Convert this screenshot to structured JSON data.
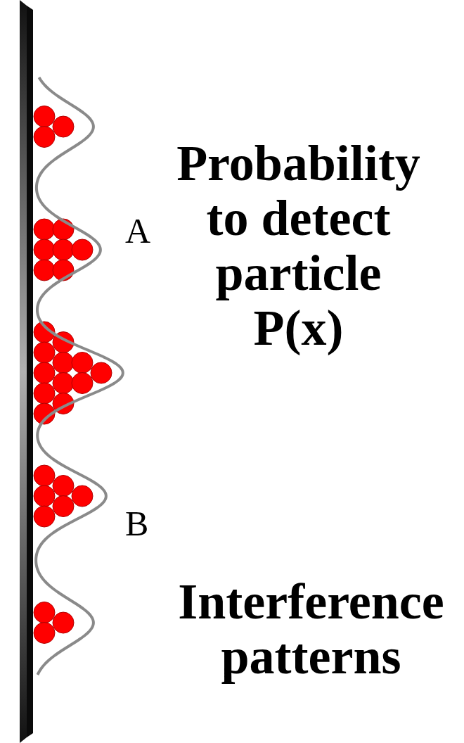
{
  "diagram": {
    "labels": [
      "A",
      "Probability to detect particle P(x)",
      "B",
      "Interference patterns"
    ]
  }
}
